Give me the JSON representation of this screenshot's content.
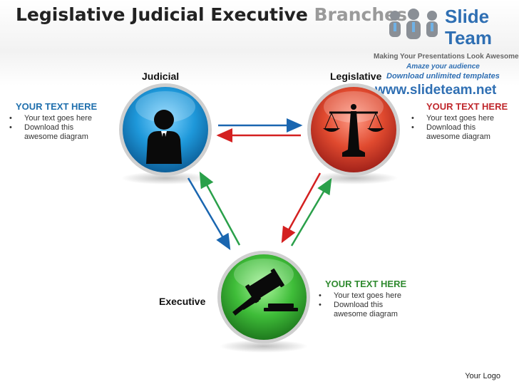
{
  "title": {
    "main": "Legislative Judicial Executive ",
    "faded": "Branches"
  },
  "brand": {
    "line1": "Slide",
    "line2": "Team",
    "tagline": "Making Your Presentations Look Awesome",
    "promo1": "Amaze your audience",
    "promo2": "Download unlimited templates",
    "url": "www.slideteam.net"
  },
  "nodes": {
    "judicial": {
      "label": "Judicial",
      "icon": "person-icon",
      "color": "#1f97d8"
    },
    "legislative": {
      "label": "Legislative",
      "icon": "scales-icon",
      "color": "#e0462f"
    },
    "executive": {
      "label": "Executive",
      "icon": "gavel-icon",
      "color": "#3db83a"
    }
  },
  "text_blocks": {
    "left": {
      "heading": "YOUR TEXT HERE",
      "color": "#1f6fad",
      "items": [
        "Your text goes here",
        "Download this awesome diagram"
      ]
    },
    "right": {
      "heading": "YOUR TEXT HERE",
      "color": "#c0282d",
      "items": [
        "Your text goes here",
        "Download this awesome diagram"
      ]
    },
    "bottom": {
      "heading": "YOUR TEXT HERE",
      "color": "#2f8a2f",
      "items": [
        "Your text goes here",
        "Download this awesome diagram"
      ]
    }
  },
  "arrow_colors": {
    "blue": "#1a66b0",
    "red": "#d42020",
    "green": "#2aa04a"
  },
  "footer": {
    "logo": "Your Logo"
  }
}
